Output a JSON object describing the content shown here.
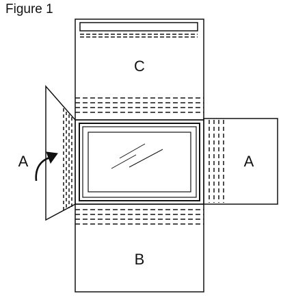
{
  "figure": {
    "title": "Figure 1"
  },
  "labels": {
    "flap_left": "A",
    "flap_right": "A",
    "panel_bottom": "B",
    "panel_top": "C"
  },
  "colors": {
    "line": "#111111",
    "background": "#ffffff"
  },
  "icons": {
    "fold_arrow": "curved-arrow-icon",
    "glass_glare": "glare-lines-icon"
  }
}
